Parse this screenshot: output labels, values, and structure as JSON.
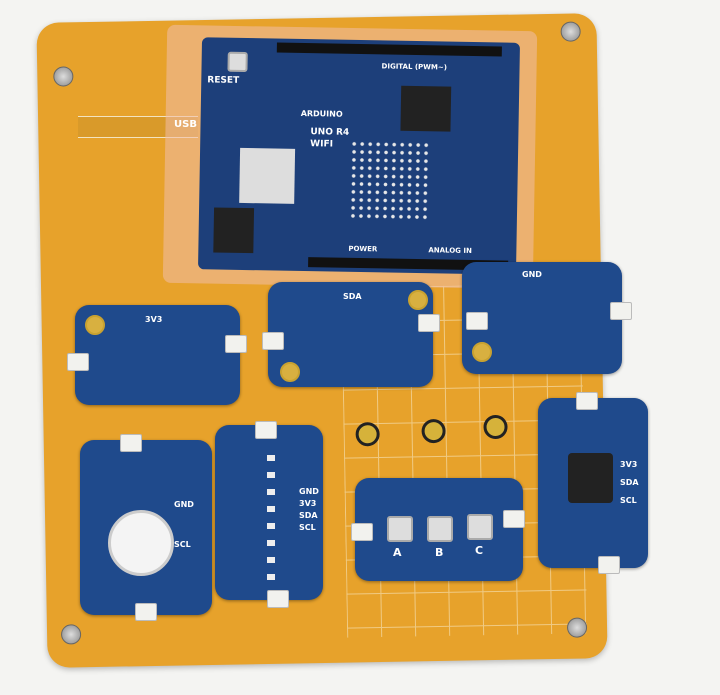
{
  "arduino": {
    "brand": "ARDUINO",
    "model": "UNO R4",
    "variant": "WIFI",
    "reset_label": "RESET",
    "digital_label": "DIGITAL (PWM~)",
    "power_label": "POWER",
    "analog_label": "ANALOG IN"
  },
  "board": {
    "usb_label": "USB"
  },
  "modules": {
    "pin_gnd": "GND",
    "pin_3v3": "3V3",
    "pin_sda": "SDA",
    "pin_scl": "SCL",
    "button_a": "A",
    "button_b": "B",
    "button_c": "C"
  },
  "colors": {
    "board": "#e7a22b",
    "pcb": "#1f4a8c",
    "arduino": "#1d3f7a"
  }
}
